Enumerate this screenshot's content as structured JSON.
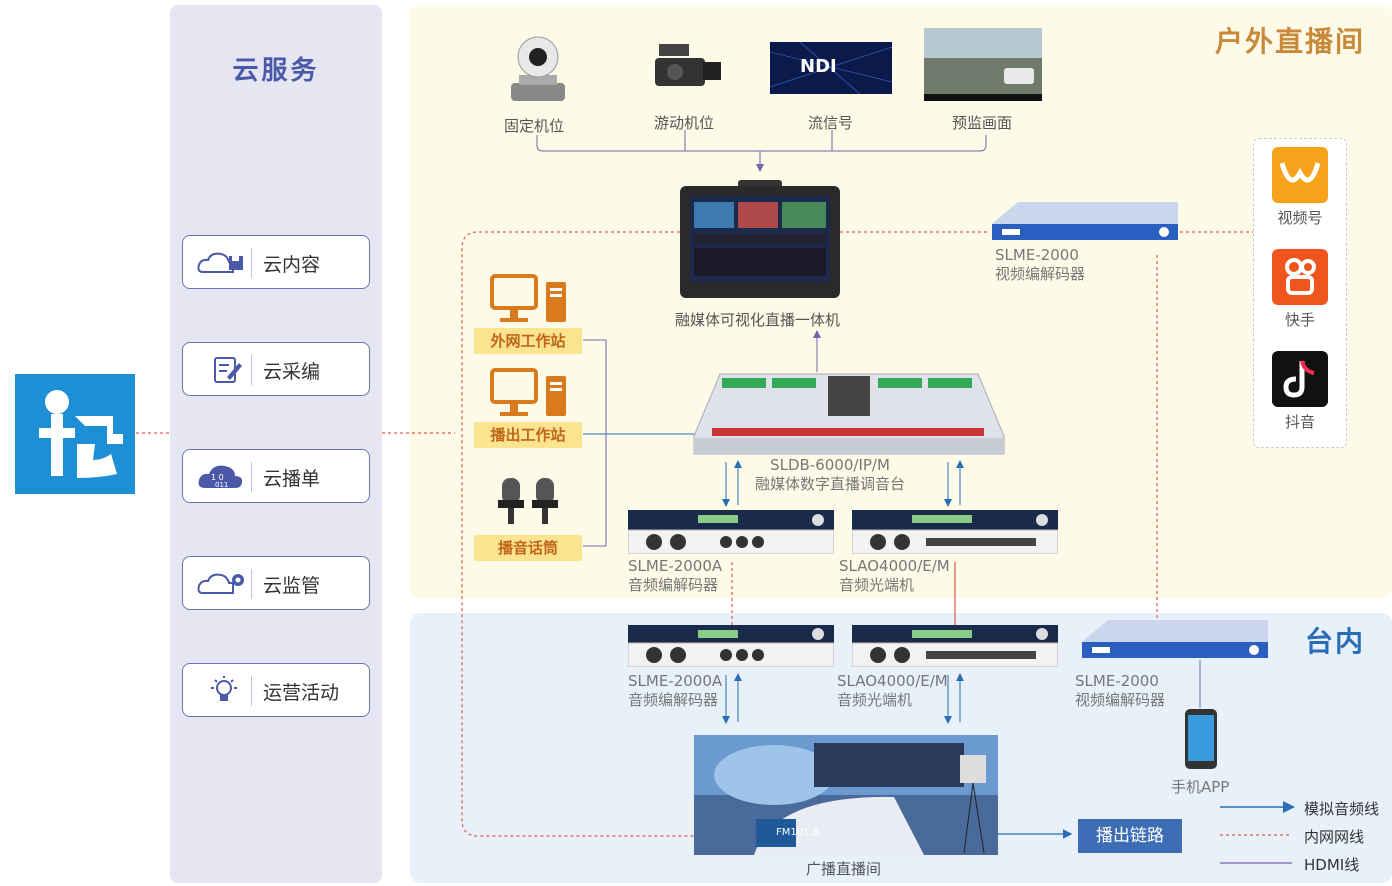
{
  "logo": {
    "name": "kuai-logo-icon",
    "color": "#1e8fd5"
  },
  "cloud": {
    "title": "云服务",
    "items": [
      {
        "label": "云内容",
        "icon": "cloud-save-icon"
      },
      {
        "label": "云采编",
        "icon": "edit-document-icon"
      },
      {
        "label": "云播单",
        "icon": "cloud-binary-icon"
      },
      {
        "label": "云监管",
        "icon": "cloud-gear-icon"
      },
      {
        "label": "运营活动",
        "icon": "lightbulb-icon"
      }
    ]
  },
  "outdoor": {
    "title": "户外直播间",
    "sources": [
      "固定机位",
      "游动机位",
      "流信号",
      "预监画面"
    ],
    "ndi_logo": "NDI",
    "all_in_one": "融媒体可视化直播一体机",
    "video_codec": {
      "model": "SLME-2000",
      "desc": "视频编解码器"
    },
    "workstations": [
      "外网工作站",
      "播出工作站",
      "播音话筒"
    ],
    "console": {
      "model": "SLDB-6000/IP/M",
      "desc": "融媒体数字直播调音台"
    },
    "audio_codec": {
      "model": "SLME-2000A",
      "desc": "音频编解码器"
    },
    "optical": {
      "model": "SLAO4000/E/M",
      "desc": "音频光端机"
    }
  },
  "social": {
    "items": [
      {
        "label": "视频号",
        "icon": "video-channel-icon"
      },
      {
        "label": "快手",
        "icon": "kuaishou-icon"
      },
      {
        "label": "抖音",
        "icon": "douyin-icon"
      }
    ]
  },
  "indoor": {
    "title": "台内",
    "audio_codec": {
      "model": "SLME-2000A",
      "desc": "音频编解码器"
    },
    "optical": {
      "model": "SLAO4000/E/M",
      "desc": "音频光端机"
    },
    "video_codec": {
      "model": "SLME-2000",
      "desc": "视频编解码器"
    },
    "phone": "手机APP",
    "studio": "广播直播间",
    "studio_sign": "FM101.8",
    "output": "播出链路"
  },
  "legend": [
    {
      "label": "模拟音频线",
      "color": "#2a6db5"
    },
    {
      "label": "内网网线",
      "color": "#e05a4a"
    },
    {
      "label": "HDMI线",
      "color": "#7a5fae"
    }
  ],
  "colors": {
    "outdoor_title": "#c88a3a",
    "indoor_title": "#2a6db5",
    "accent": "#4b5aa8"
  }
}
